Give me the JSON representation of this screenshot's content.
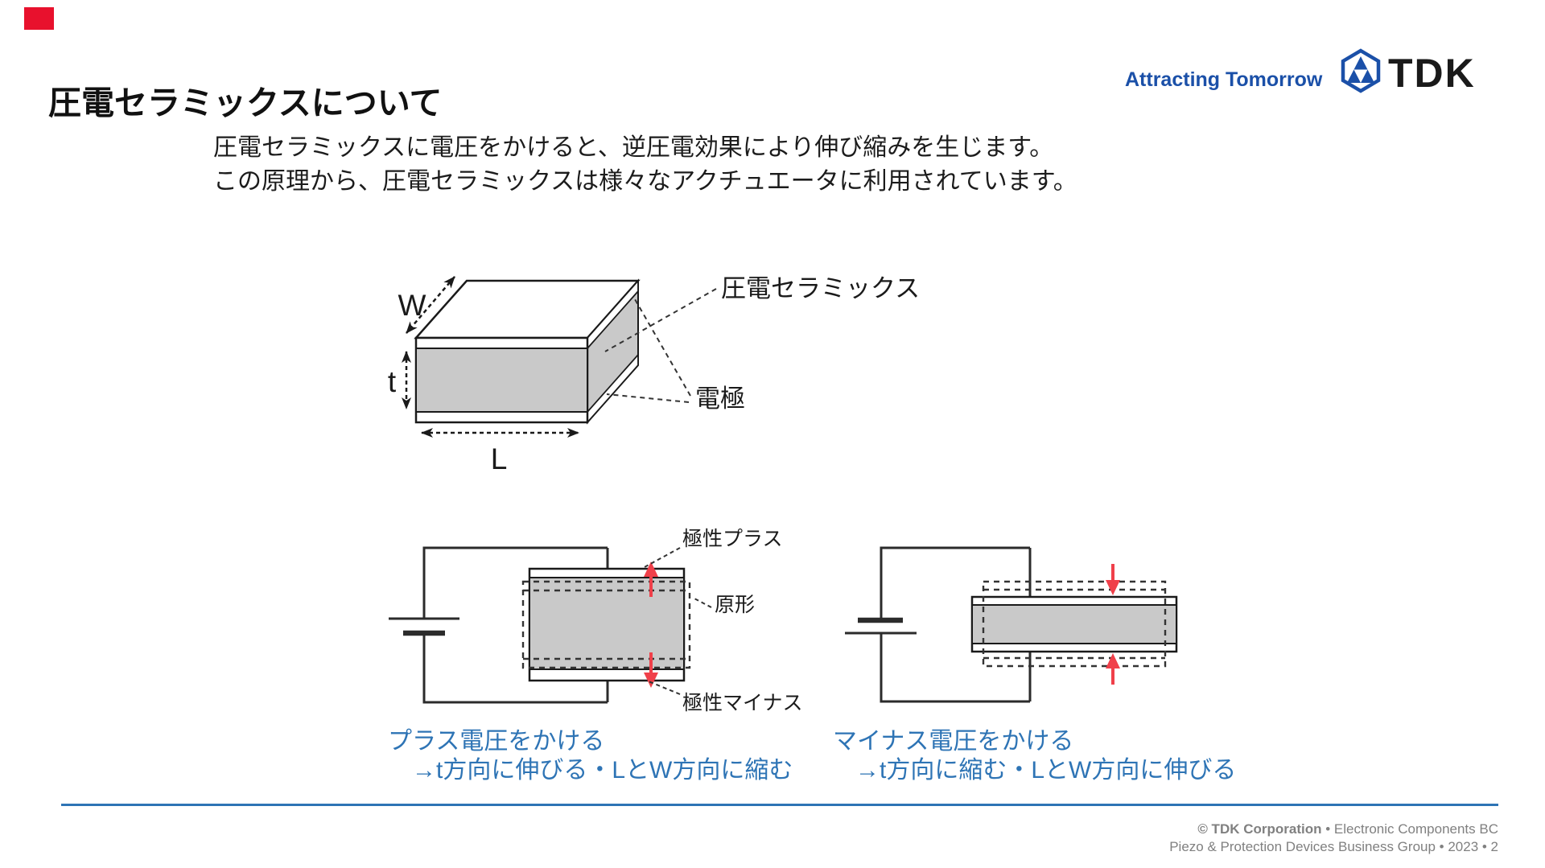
{
  "slide": {
    "corner_mark_color": "#e8112d",
    "title": "圧電セラミックスについて",
    "intro": {
      "line1": "圧電セラミックスに電圧をかけると、逆圧電効果により伸び縮みを生じます。",
      "line2": "この原理から、圧電セラミックスは様々なアクチュエータに利用されています。"
    },
    "brand": {
      "tagline": "Attracting Tomorrow",
      "logo_text": "TDK",
      "blue": "#1b50a8"
    },
    "box_diagram": {
      "width_label": "W",
      "thickness_label": "t",
      "length_label": "L",
      "ceramic_label": "圧電セラミックス",
      "electrode_label": "電極",
      "ceramic_fill": "#c9c9c9"
    },
    "plus_voltage_diagram": {
      "polarity_plus_label": "極性プラス",
      "original_shape_label": "原形",
      "polarity_minus_label": "極性マイナス",
      "caption_line1": "プラス電圧をかける",
      "caption_line2": "→t方向に伸びる・LとW方向に縮む"
    },
    "minus_voltage_diagram": {
      "caption_line1": "マイナス電圧をかける",
      "caption_line2": "→t方向に縮む・LとW方向に伸びる"
    },
    "caption_color": "#2e74b5",
    "deformation_arrow_color": "#f0404a",
    "footer": {
      "divider_color": "#2e74b5",
      "line1_bold": "© TDK Corporation",
      "line1_rest": " • Electronic Components BC",
      "line2": "Piezo & Protection Devices Business Group • 2023 • 2"
    }
  }
}
